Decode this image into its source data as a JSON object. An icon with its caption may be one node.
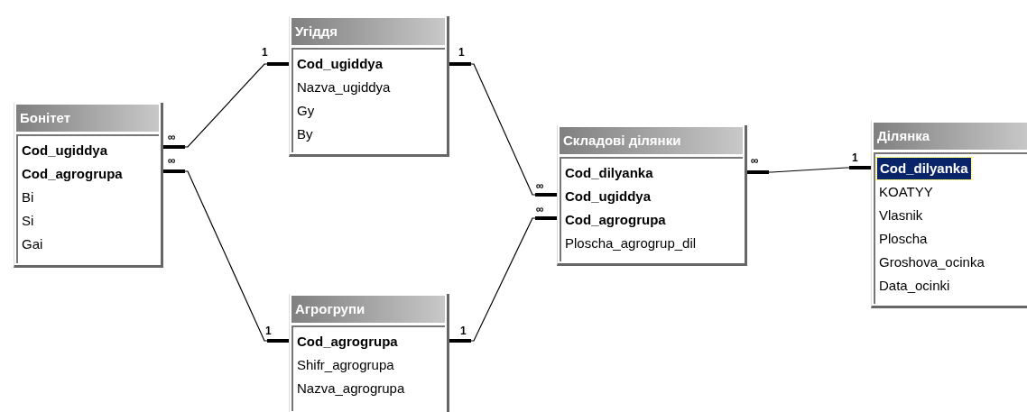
{
  "diagram": {
    "nodes": [
      {
        "text": [
          "Бонітет",
          "Cod_ugiddya",
          "Cod_agrogrupa",
          "Bi",
          "Si",
          "Gai"
        ]
      },
      {
        "text": [
          "Угіддя",
          "Cod_ugiddya",
          "Nazva_ugiddya",
          "Gy",
          "By"
        ]
      },
      {
        "text": [
          "Агрогрупи",
          "Cod_agrogrupa",
          "Shifr_agrogrupa",
          "Nazva_agrogrupa"
        ]
      },
      {
        "text": [
          "Складові ділянки",
          "Cod_dilyanka",
          "Cod_ugiddya",
          "Cod_agrogrupa",
          "Ploscha_agrogrup_dil"
        ]
      },
      {
        "text": [
          "Ділянка",
          "Cod_dilyanka",
          "KOATYY",
          "Vlasnik",
          "Ploscha",
          "Groshova_ocinka",
          "Data_ocinki"
        ]
      }
    ],
    "edges": [
      {
        "from": 1,
        "to": 0,
        "arrow": "other"
      },
      {
        "from": 2,
        "to": 0,
        "arrow": "other"
      },
      {
        "from": 1,
        "to": 3,
        "arrow": "other"
      },
      {
        "from": 2,
        "to": 3,
        "arrow": "other"
      },
      {
        "from": 4,
        "to": 3,
        "arrow": "other"
      }
    ],
    "labels": [
      "1",
      "1",
      "∞",
      "∞",
      "∞",
      "1",
      "∞",
      "∞",
      "1",
      "1"
    ]
  }
}
